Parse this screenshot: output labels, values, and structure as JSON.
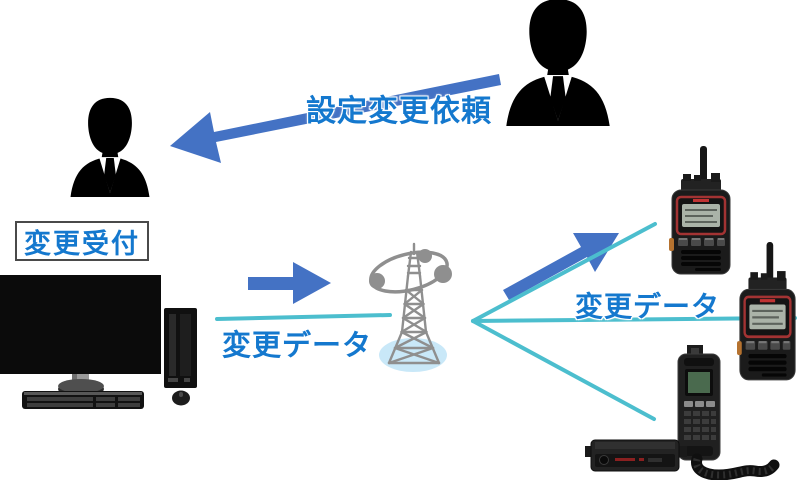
{
  "diagram": {
    "labels": {
      "request": "設定変更依頼",
      "reception": "変更受付",
      "data_left": "変更データ",
      "data_right": "変更データ"
    },
    "colors": {
      "arrow_blue": "#4472C4",
      "text_blue": "#1478CE",
      "line_cyan": "#4CBECE",
      "tower_gray": "#8F8F8F",
      "tower_base_blue": "#C9E8F8"
    },
    "icons": {
      "requester": "person-silhouette",
      "operator": "person-silhouette",
      "operator_computer": "desktop-pc",
      "relay": "radio-tower-with-orbit",
      "receiver1": "handheld-radio",
      "receiver2": "handheld-radio",
      "receiver3": "mobile-radio-with-handset"
    }
  }
}
